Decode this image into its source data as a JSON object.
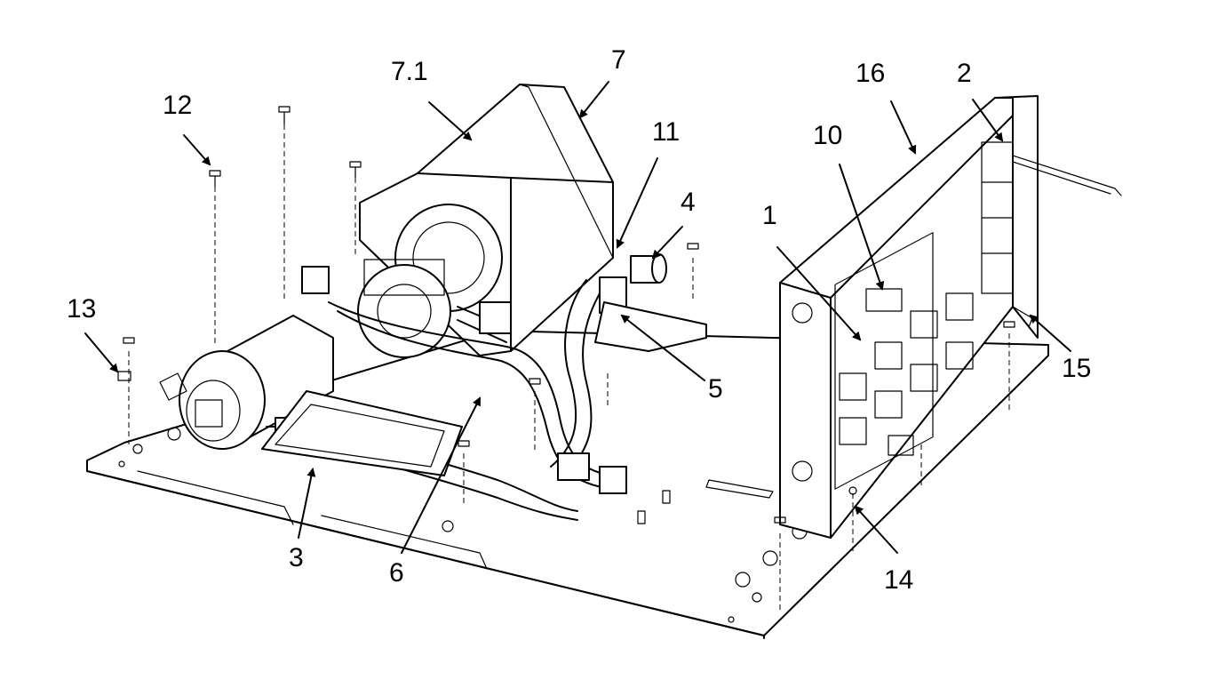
{
  "diagram": {
    "callouts": [
      {
        "id": "1",
        "label": "1"
      },
      {
        "id": "2",
        "label": "2"
      },
      {
        "id": "3",
        "label": "3"
      },
      {
        "id": "4",
        "label": "4"
      },
      {
        "id": "5",
        "label": "5"
      },
      {
        "id": "6",
        "label": "6"
      },
      {
        "id": "7",
        "label": "7"
      },
      {
        "id": "7.1",
        "label": "7.1"
      },
      {
        "id": "10",
        "label": "10"
      },
      {
        "id": "11",
        "label": "11"
      },
      {
        "id": "12",
        "label": "12"
      },
      {
        "id": "13",
        "label": "13"
      },
      {
        "id": "14",
        "label": "14"
      },
      {
        "id": "15",
        "label": "15"
      },
      {
        "id": "16",
        "label": "16"
      }
    ],
    "colors": {
      "ink": "#000000",
      "paper": "#ffffff"
    }
  }
}
